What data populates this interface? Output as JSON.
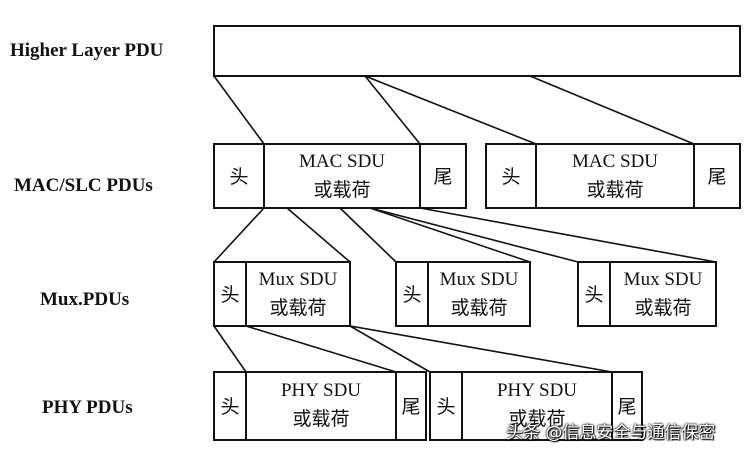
{
  "rows": {
    "higher": "Higher Layer PDU",
    "mac": "MAC/SLC PDUs",
    "mux": "Mux.PDUs",
    "phy": "PHY PDUs"
  },
  "cells": {
    "header": "头",
    "trailer": "尾",
    "or_payload": "或载荷",
    "mac_sdu": "MAC SDU",
    "mux_sdu": "Mux SDU",
    "phy_sdu": "PHY SDU"
  },
  "watermark": "头条 @信息安全与通信保密"
}
